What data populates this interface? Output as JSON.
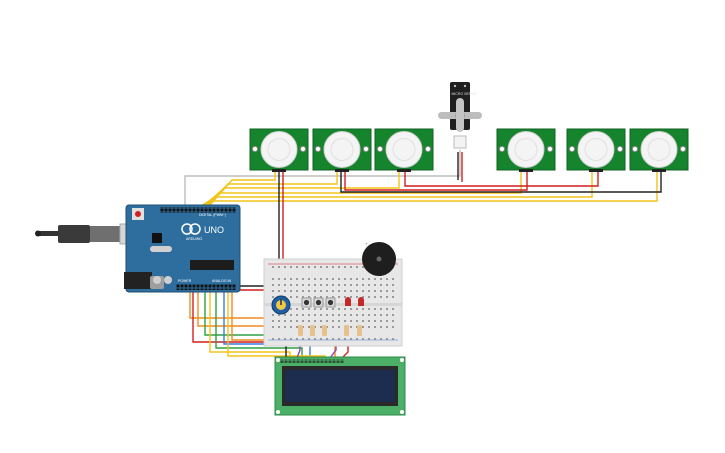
{
  "board": {
    "name": "UNO",
    "brand": "ARDUINO",
    "digital_header_label": "DIGITAL (PWM~)",
    "power_header_label": "POWER",
    "analog_header_label": "ANALOG IN"
  },
  "servo": {
    "label": "MICRO SERVO"
  },
  "pir_sensors": [
    {
      "id": "pir-1"
    },
    {
      "id": "pir-2"
    },
    {
      "id": "pir-3"
    },
    {
      "id": "pir-4"
    },
    {
      "id": "pir-5"
    },
    {
      "id": "pir-6"
    }
  ],
  "colors": {
    "pcb_green": "#16842d",
    "arduino_blue": "#2d6e9e",
    "lcd_green": "#4caf68",
    "lcd_screen": "#1c2d4f",
    "wire_yellow": "#f2c318",
    "wire_orange": "#f28c1c",
    "wire_red": "#d21f1f",
    "wire_black": "#222222",
    "wire_green": "#2ea043",
    "wire_blue": "#3b7ddd",
    "wire_purple": "#8e44ad",
    "buzzer": "#1e1e1e",
    "breadboard": "#e7e7e7"
  }
}
